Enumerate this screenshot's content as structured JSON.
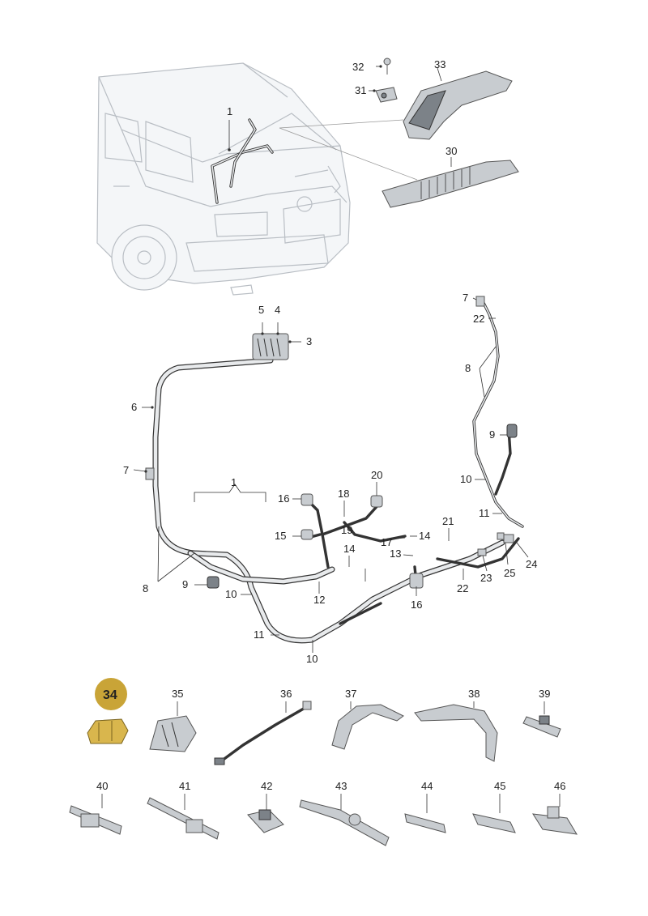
{
  "callouts_car": [
    "1",
    "32",
    "33",
    "31",
    "30"
  ],
  "callouts_harness": [
    "5",
    "4",
    "3",
    "7",
    "22",
    "8",
    "6",
    "9",
    "7",
    "10",
    "1",
    "20",
    "16",
    "18",
    "11",
    "21",
    "15",
    "19",
    "14",
    "17",
    "13",
    "14",
    "24",
    "25",
    "23",
    "22",
    "8",
    "9",
    "10",
    "12",
    "16",
    "11",
    "10"
  ],
  "callouts_parts": [
    "35",
    "36",
    "37",
    "38",
    "39",
    "40",
    "41",
    "42",
    "43",
    "44",
    "45",
    "46"
  ],
  "highlight": {
    "label": "34",
    "color": "#c9a437"
  },
  "colors": {
    "line": "#333333",
    "part": "#c8ccd0",
    "car_outline": "#b9bec4"
  }
}
